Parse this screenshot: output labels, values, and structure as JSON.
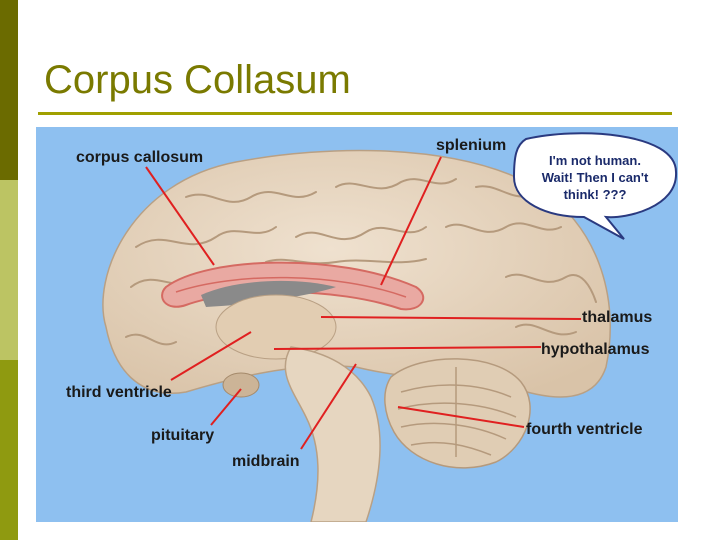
{
  "slide": {
    "title": "Corpus Collasum",
    "colors": {
      "title": "#7a7a00",
      "rule": "#a0a000",
      "diagram_background": "#8ec0f0",
      "pointer_lines": "#e02020"
    }
  },
  "diagram": {
    "labels": {
      "corpus_callosum": "corpus callosum",
      "splenium": "splenium",
      "thalamus": "thalamus",
      "hypothalamus": "hypothalamus",
      "third_ventricle": "third ventricle",
      "pituitary": "pituitary",
      "midbrain": "midbrain",
      "fourth_ventricle": "fourth ventricle"
    },
    "speech_bubble": {
      "line1": "I'm not human.",
      "line2": "Wait! Then I can't",
      "line3": "think!  ???"
    }
  }
}
